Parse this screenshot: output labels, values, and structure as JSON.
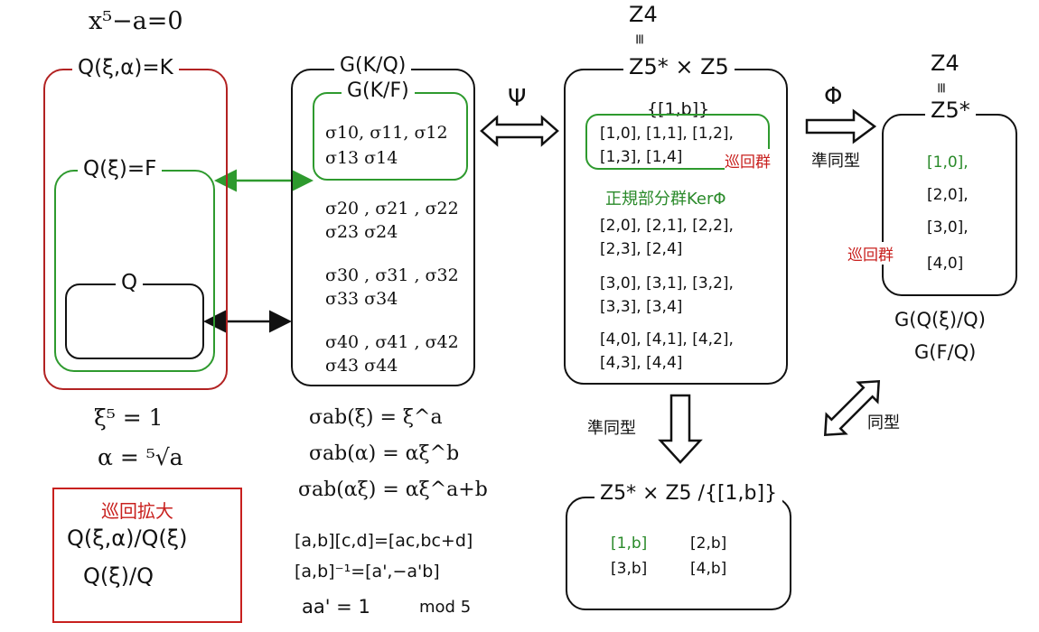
{
  "equation": "x⁵−a=0",
  "left": {
    "outer_label": "Q(ξ,α)=K",
    "mid_label": "Q(ξ)=F",
    "inner_label": "Q",
    "xi5": "ξ⁵ = 1",
    "alpha": "α = ⁵√a",
    "cyclic_title": "巡回拡大",
    "cyclic_line1": "Q(ξ,α)/Q(ξ)",
    "cyclic_line2": "Q(ξ)/Q"
  },
  "galois": {
    "outer_label": "G(K/Q)",
    "inner_label": "G(K/F)",
    "rows": [
      [
        "σ10, σ11, σ12",
        "σ13 σ14"
      ],
      [
        "σ20 , σ21 , σ22",
        "σ23 σ24"
      ],
      [
        "σ30 , σ31 , σ32",
        "σ33 σ34"
      ],
      [
        "σ40 , σ41 , σ42",
        "σ43 σ44"
      ]
    ],
    "formula1": "σab(ξ) = ξ^a",
    "formula2": "σab(α) = αξ^b",
    "formula3": "σab(αξ) = αξ^a+b",
    "mult_rule": "[a,b][c,d]=[ac,bc+d]",
    "inverse_rule": "[a,b]⁻¹=[a',−a'b]",
    "mod_rule": "aa' = 1",
    "mod_label": "mod 5"
  },
  "psi_label": "Ψ",
  "phi_label": "Φ",
  "semidirect": {
    "top_label": "Z4",
    "equiv": "≡",
    "box_label": "Z5* × Z5",
    "subgroup_label": "{[1,b]}",
    "kernel_rows": [
      "[1,0], [1,1], [1,2],",
      "[1,3], [1,4]"
    ],
    "cyclic": "巡回群",
    "normal_subgroup": "正規部分群KerΦ",
    "rows": [
      [
        "[2,0], [2,1], [2,2],",
        "[2,3], [2,4]"
      ],
      [
        "[3,0], [3,1], [3,2],",
        "[3,3], [3,4]"
      ],
      [
        "[4,0], [4,1], [4,2],",
        "[4,3], [4,4]"
      ]
    ]
  },
  "homomorphism_label": "準同型",
  "isomorphism_label": "同型",
  "quotient": {
    "box_label": "Z5* × Z5 /{[1,b]}",
    "items": [
      "[1,b]",
      "[2,b]",
      "[3,b]",
      "[4,b]"
    ]
  },
  "right": {
    "top_label": "Z4",
    "equiv": "≡",
    "box_label": "Z5*",
    "items": [
      "[1,0],",
      "[2,0],",
      "[3,0],",
      "[4,0]"
    ],
    "cyclic": "巡回群",
    "group1": "G(Q(ξ)/Q)",
    "group2": "G(F/Q)"
  },
  "colors": {
    "green": "#2e9a2e",
    "red": "#c8201e",
    "darkred": "#b22222"
  }
}
